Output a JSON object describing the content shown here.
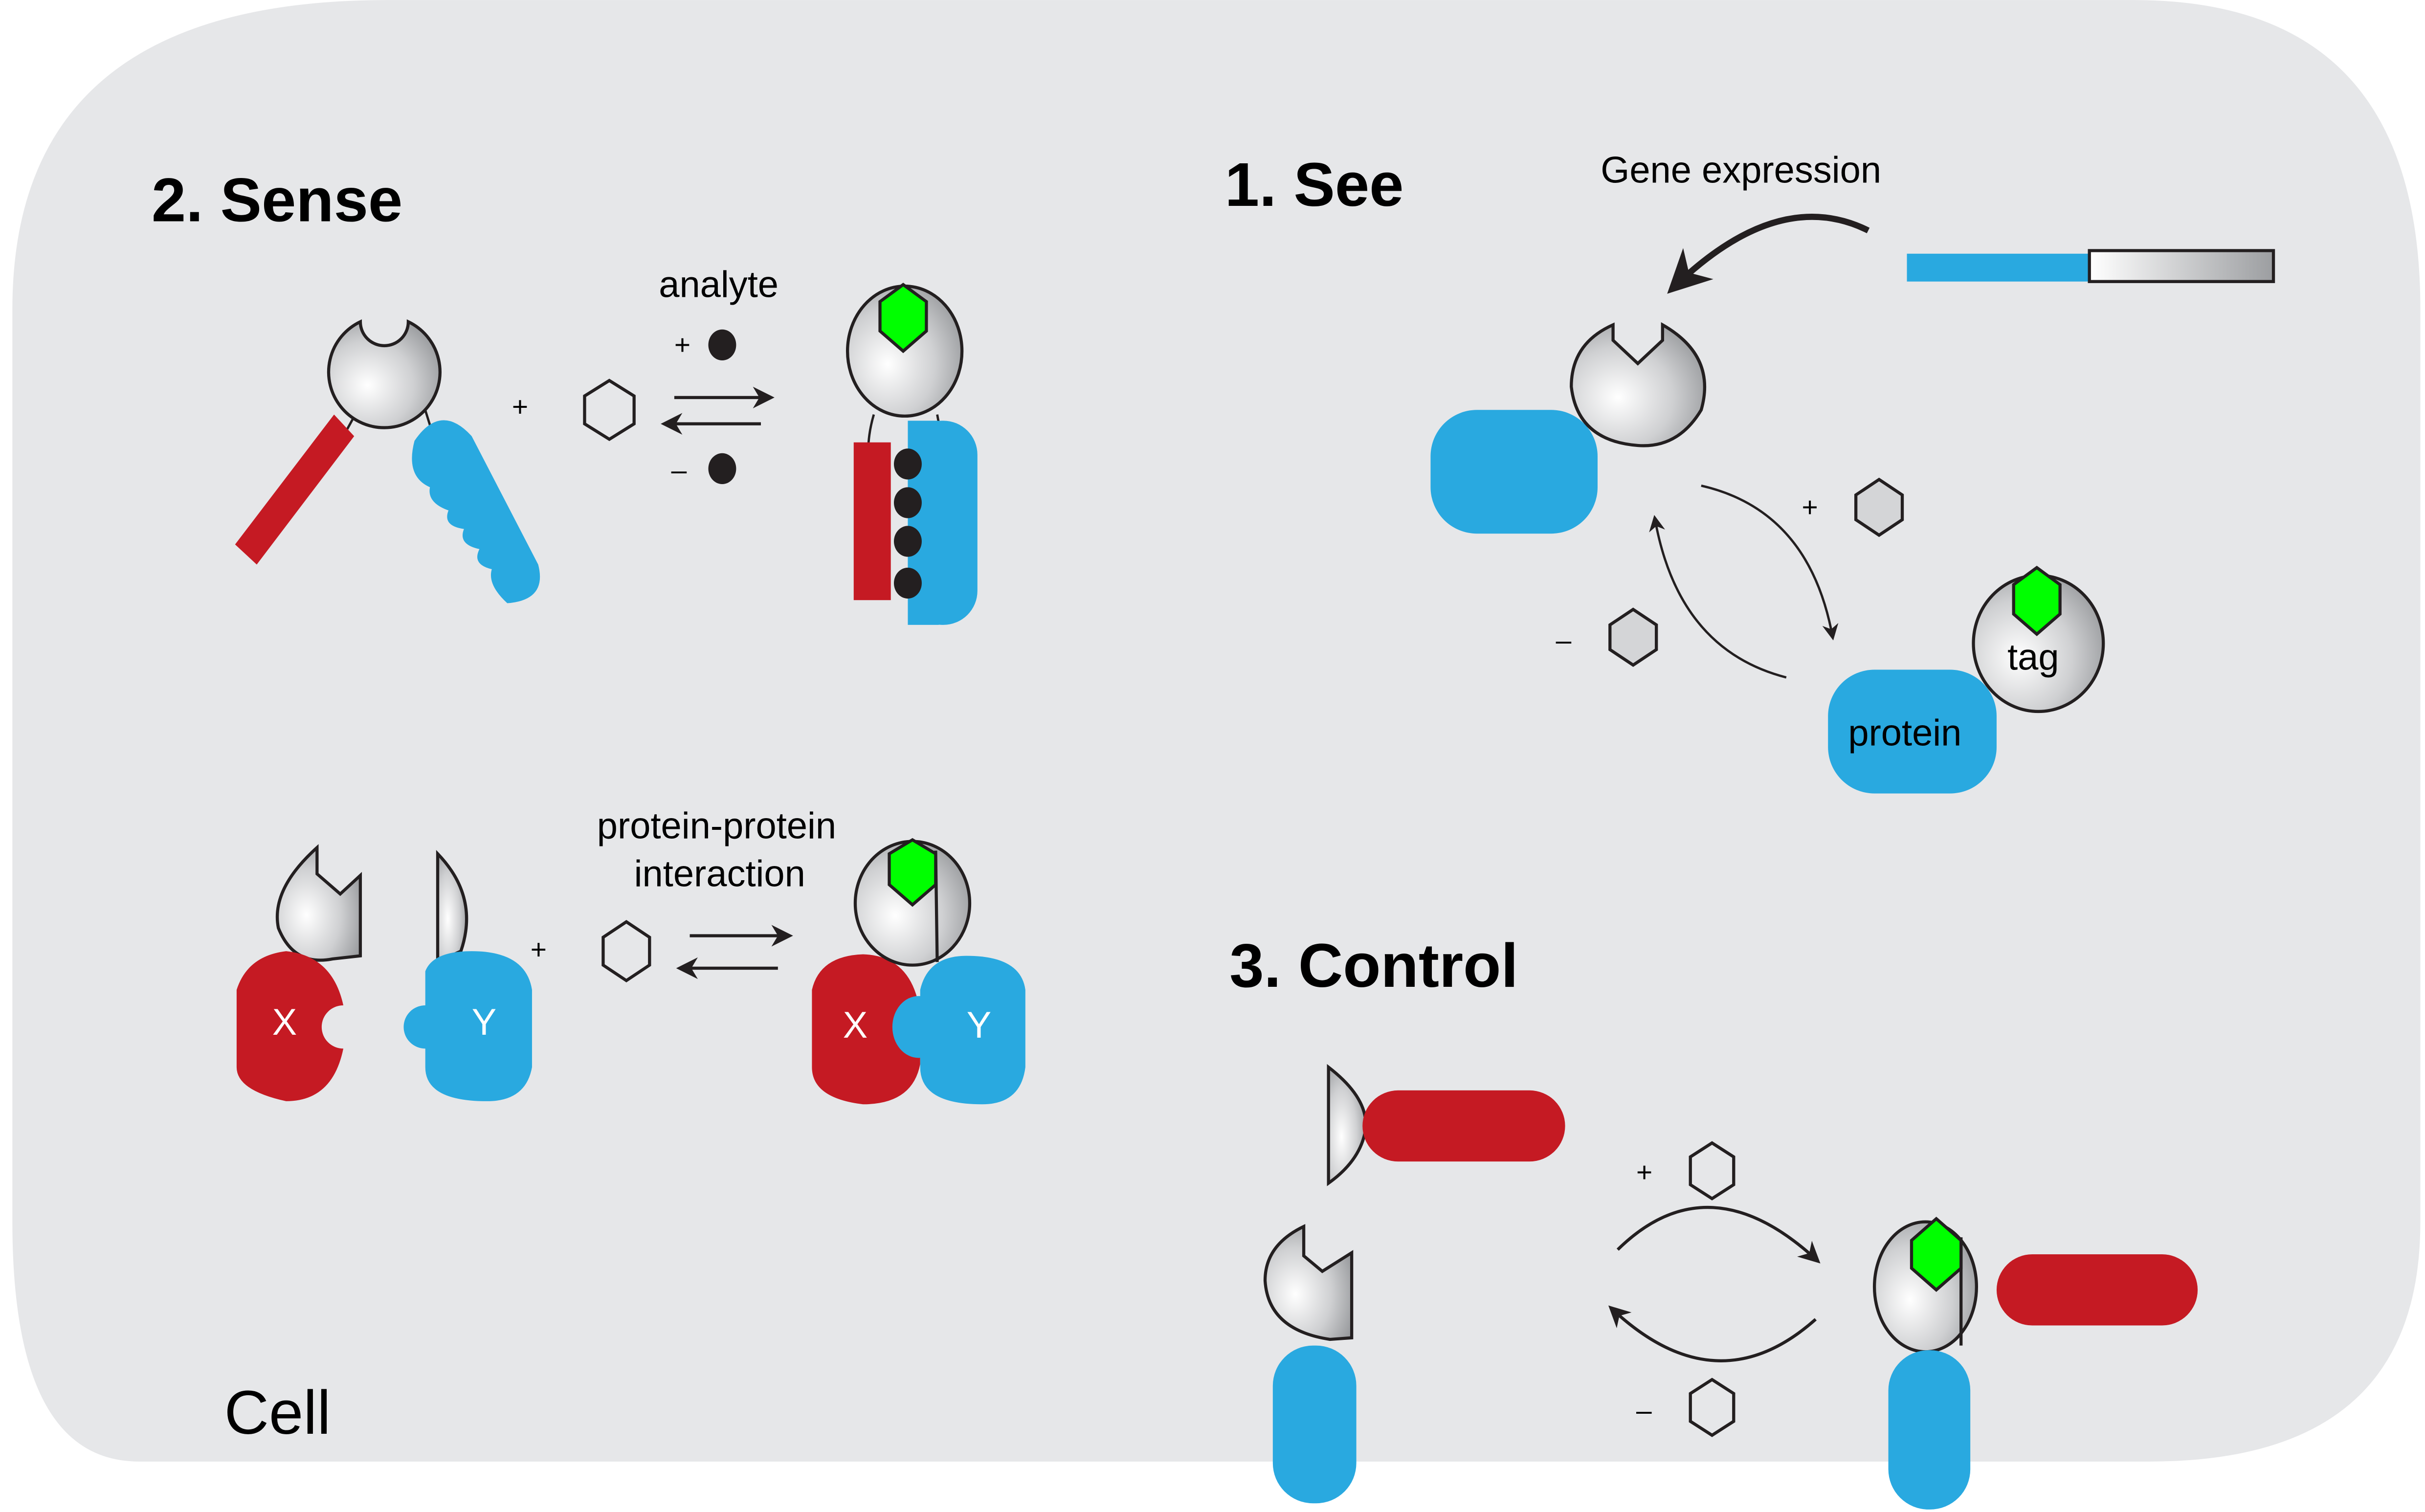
{
  "figure": {
    "cell_label": "Cell",
    "colors": {
      "background": "#e6e7e9",
      "blue_protein": "#29a9e0",
      "red_protein": "#c51a23",
      "green_ligand": "#00ff00",
      "outline": "#231f20",
      "sensor_gray": "#a8a9ad"
    }
  },
  "panels": {
    "see": {
      "title": "1. See",
      "gene_expression_label": "Gene expression",
      "plus": "+",
      "minus": "–",
      "protein_label": "protein",
      "tag_label": "tag"
    },
    "sense": {
      "title": "2. Sense",
      "analyte_label": "analyte",
      "plus": "+",
      "minus": "–",
      "ppi_label_line1": "protein-protein",
      "ppi_label_line2": "interaction",
      "x_label": "X",
      "y_label": "Y"
    },
    "control": {
      "title": "3. Control",
      "plus": "+",
      "minus": "–"
    }
  }
}
